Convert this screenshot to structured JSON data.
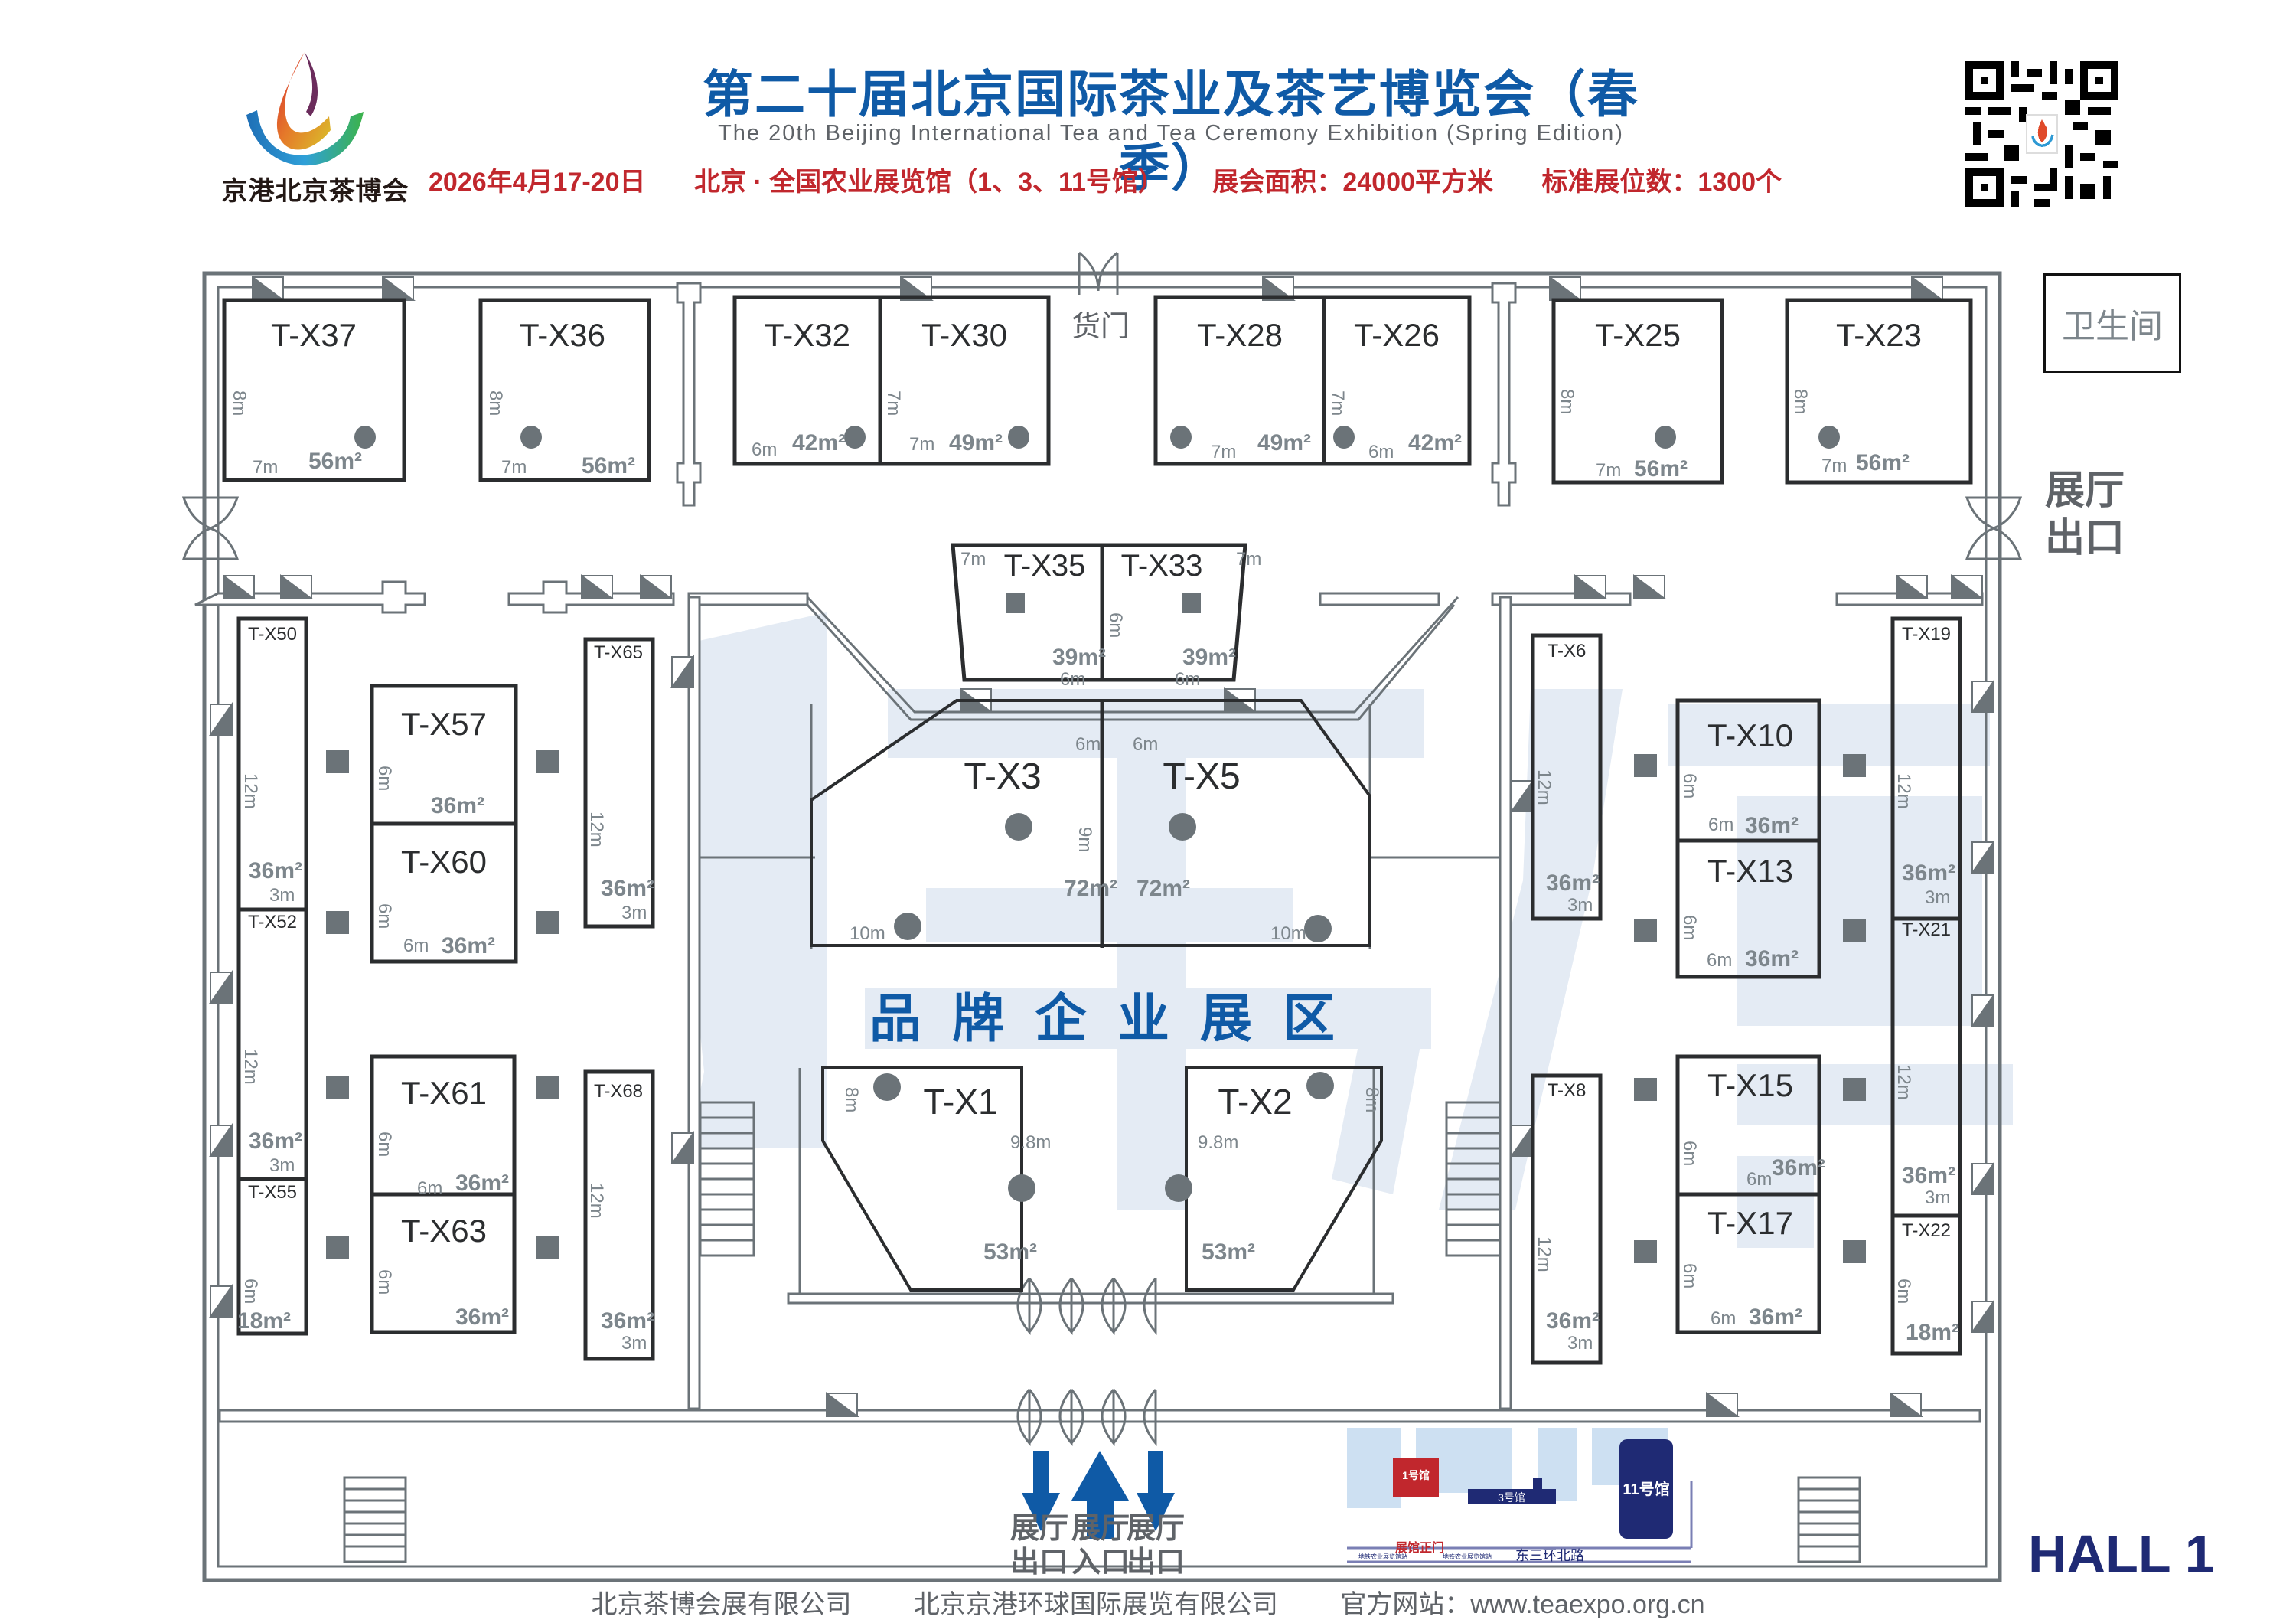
{
  "header": {
    "logo_text": "京港北京茶博会",
    "title_cn": "第二十届北京国际茶业及茶艺博览会（春季）",
    "title_en": "The 20th Beijing International Tea and Tea Ceremony Exhibition (Spring Edition)",
    "date": "2026年4月17-20日",
    "venue": "北京 · 全国农业展览馆（1、3、11号馆）",
    "area": "展会面积：24000平方米",
    "booths": "标准展位数：1300个"
  },
  "colors": {
    "title_blue": "#0f5aa6",
    "info_red": "#c1272d",
    "wall_gray": "#6b7378",
    "booth_line": "#2b2d2f",
    "hall_navy": "#1f2a74",
    "watermark": "#e4ebf4"
  },
  "map": {
    "freight_door": "货门",
    "restroom": "卫生间",
    "exit_right": "展厅出口",
    "zone_title": "品牌企业展区",
    "watermark": "1号馆",
    "bottom_doors": [
      {
        "line1": "展厅",
        "line2": "出口",
        "direction": "down"
      },
      {
        "line1": "展厅",
        "line2": "入口",
        "direction": "up"
      },
      {
        "line1": "展厅",
        "line2": "出口",
        "direction": "down"
      }
    ],
    "hall_label": "HALL 1",
    "inset": {
      "hall1": "1号馆",
      "hall3": "3号馆",
      "hall11": "11号馆",
      "main_gate": "展馆正门",
      "metro1": "地铁农业展览馆站",
      "metro2": "地铁农业展览馆站",
      "road": "东三环北路"
    },
    "booths": [
      {
        "id": "T-X37",
        "depth": "8m",
        "width": "7m",
        "area": "56m²"
      },
      {
        "id": "T-X36",
        "depth": "8m",
        "width": "7m",
        "area": "56m²"
      },
      {
        "id": "T-X32",
        "depth": "",
        "width": "6m",
        "area": "42m²"
      },
      {
        "id": "T-X30",
        "depth": "7m",
        "width": "7m",
        "area": "49m²"
      },
      {
        "id": "T-X28",
        "depth": "",
        "width": "7m",
        "area": "49m²"
      },
      {
        "id": "T-X26",
        "depth": "7m",
        "width": "6m",
        "area": "42m²"
      },
      {
        "id": "T-X25",
        "depth": "8m",
        "width": "7m",
        "area": "56m²"
      },
      {
        "id": "T-X23",
        "depth": "8m",
        "width": "7m",
        "area": "56m²"
      },
      {
        "id": "T-X35",
        "depth": "7m",
        "width": "6m",
        "area": "39m²"
      },
      {
        "id": "T-X33",
        "depth": "7m",
        "width": "6m",
        "area": "39m²",
        "mid": "6m"
      },
      {
        "id": "T-X3",
        "depth": "6m",
        "width": "10m",
        "area": "72m²",
        "mid": "9m"
      },
      {
        "id": "T-X5",
        "depth": "6m",
        "width": "10m",
        "area": "72m²"
      },
      {
        "id": "T-X1",
        "depth": "8m",
        "width": "9.8m",
        "area": "53m²"
      },
      {
        "id": "T-X2",
        "depth": "8m",
        "width": "9.8m",
        "area": "53m²"
      },
      {
        "id": "T-X50",
        "depth": "12m",
        "width": "3m",
        "area": "36m²"
      },
      {
        "id": "T-X52",
        "depth": "12m",
        "width": "3m",
        "area": "36m²"
      },
      {
        "id": "T-X55",
        "depth": "6m",
        "width": "",
        "area": "18m²"
      },
      {
        "id": "T-X57",
        "depth": "6m",
        "width": "",
        "area": "36m²"
      },
      {
        "id": "T-X60",
        "depth": "6m",
        "width": "6m",
        "area": "36m²"
      },
      {
        "id": "T-X61",
        "depth": "6m",
        "width": "6m",
        "area": "36m²"
      },
      {
        "id": "T-X63",
        "depth": "6m",
        "width": "",
        "area": "36m²"
      },
      {
        "id": "T-X65",
        "depth": "12m",
        "width": "3m",
        "area": "36m²"
      },
      {
        "id": "T-X68",
        "depth": "12m",
        "width": "3m",
        "area": "36m²"
      },
      {
        "id": "T-X6",
        "depth": "12m",
        "width": "3m",
        "area": "36m²"
      },
      {
        "id": "T-X8",
        "depth": "12m",
        "width": "3m",
        "area": "36m²"
      },
      {
        "id": "T-X10",
        "depth": "6m",
        "width": "6m",
        "area": "36m²"
      },
      {
        "id": "T-X13",
        "depth": "6m",
        "width": "6m",
        "area": "36m²"
      },
      {
        "id": "T-X15",
        "depth": "6m",
        "width": "6m",
        "area": "36m²"
      },
      {
        "id": "T-X17",
        "depth": "6m",
        "width": "6m",
        "area": "36m²"
      },
      {
        "id": "T-X19",
        "depth": "12m",
        "width": "3m",
        "area": "36m²"
      },
      {
        "id": "T-X21",
        "depth": "12m",
        "width": "3m",
        "area": "36m²"
      },
      {
        "id": "T-X22",
        "depth": "6m",
        "width": "",
        "area": "18m²"
      }
    ]
  },
  "footer": {
    "company1": "北京茶博会展有限公司",
    "company2": "北京京港环球国际展览有限公司",
    "website": "官方网站：www.teaexpo.org.cn"
  }
}
